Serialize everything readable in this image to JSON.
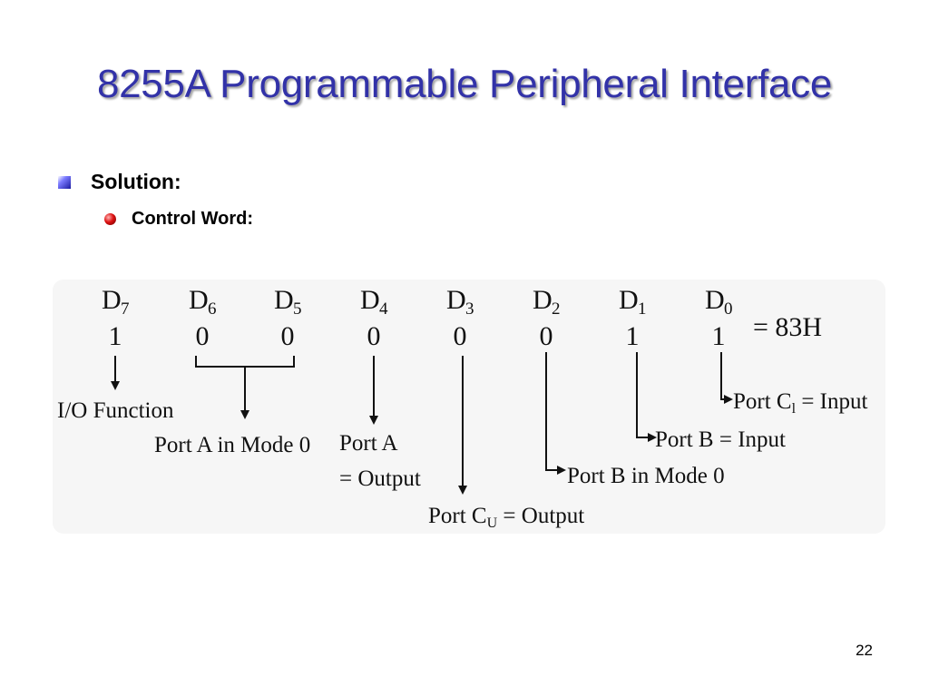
{
  "slide": {
    "title": "8255A Programmable Peripheral Interface",
    "bullet_level1": "Solution:",
    "bullet_level2": "Control Word:",
    "page_number": "22"
  },
  "diagram": {
    "bits": [
      {
        "name": "D",
        "sub": "7",
        "value": "1"
      },
      {
        "name": "D",
        "sub": "6",
        "value": "0"
      },
      {
        "name": "D",
        "sub": "5",
        "value": "0"
      },
      {
        "name": "D",
        "sub": "4",
        "value": "0"
      },
      {
        "name": "D",
        "sub": "3",
        "value": "0"
      },
      {
        "name": "D",
        "sub": "2",
        "value": "0"
      },
      {
        "name": "D",
        "sub": "1",
        "value": "1"
      },
      {
        "name": "D",
        "sub": "0",
        "value": "1"
      }
    ],
    "hex_result": "= 83H",
    "labels": {
      "io_function": "I/O Function",
      "port_a_mode": "Port A in Mode 0",
      "port_a_line1": "Port A",
      "port_a_line2": "= Output",
      "port_cu_prefix": "Port C",
      "port_cu_sub": "U",
      "port_cu_suffix": " = Output",
      "port_b_mode": "Port B in Mode 0",
      "port_b_input": "Port B = Input",
      "port_cl_prefix": "Port C",
      "port_cl_sub": "l",
      "port_cl_suffix": " = Input"
    }
  }
}
